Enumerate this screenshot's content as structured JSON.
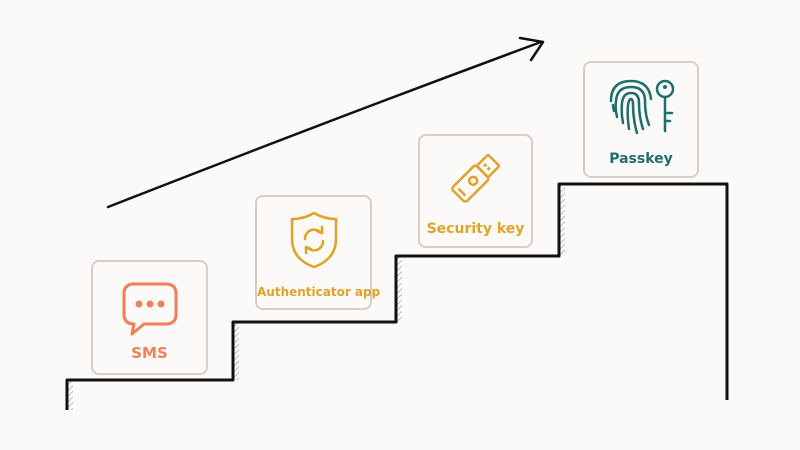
{
  "steps": [
    {
      "label": "SMS",
      "icon": "chat-bubble-icon",
      "color": "#f07f5a"
    },
    {
      "label": "Authenticator app",
      "icon": "shield-refresh-icon",
      "color": "#e0a32a"
    },
    {
      "label": "Security key",
      "icon": "usb-key-icon",
      "color": "#e0a32a"
    },
    {
      "label": "Passkey",
      "icon": "fingerprint-key-icon",
      "color": "#1e6e6c"
    }
  ],
  "colors": {
    "stairs": "#111111",
    "card_border": "#d6cfc6",
    "background": "#fcfaf8"
  }
}
